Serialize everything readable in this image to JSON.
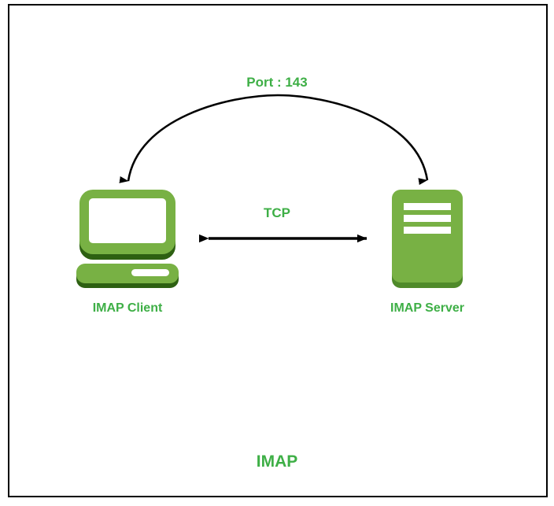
{
  "diagram": {
    "title": "IMAP",
    "background_color": "#ffffff",
    "border_color": "#000000",
    "accent_green": "#3eaf46",
    "icon_green": "#78b144",
    "icon_shadow_green": "#2d6012",
    "arrow_color": "#000000"
  },
  "nodes": {
    "client": {
      "label": "IMAP Client",
      "icon": "desktop-computer-icon"
    },
    "server": {
      "label": "IMAP Server",
      "icon": "server-rack-icon"
    }
  },
  "connections": {
    "arc": {
      "label": "Port : 143",
      "style": "curved-double-headed-arrow",
      "direction": "bidirectional"
    },
    "direct": {
      "label": "TCP",
      "style": "straight-double-headed-arrow",
      "direction": "bidirectional"
    }
  }
}
